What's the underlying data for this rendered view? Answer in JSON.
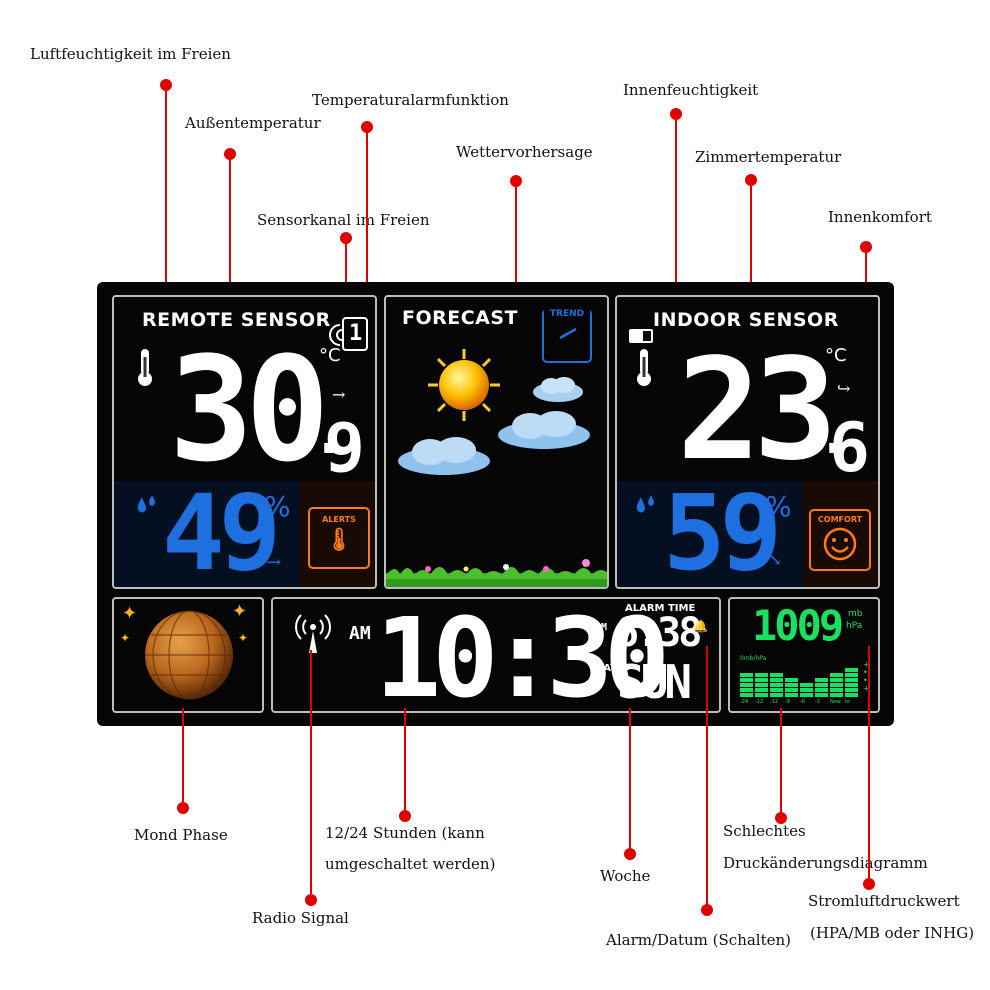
{
  "callouts": {
    "outdoor_humidity": "Luftfeuchtigkeit im Freien",
    "outdoor_temp": "Außentemperatur",
    "temp_alarm": "Temperaturalarmfunktion",
    "sensor_channel": "Sensorkanal im Freien",
    "forecast": "Wettervorhersage",
    "indoor_humidity": "Innenfeuchtigkeit",
    "room_temp": "Zimmertemperatur",
    "indoor_comfort": "Innenkomfort",
    "moon_phase": "Mond Phase",
    "clock_mode_1": "12/24 Stunden (kann",
    "clock_mode_2": "umgeschaltet werden)",
    "radio_signal": "Radio Signal",
    "weekday": "Woche",
    "alarm_date": "Alarm/Datum (Schalten)",
    "pressure_chart_1": "Schlechtes",
    "pressure_chart_2": "Druckänderungsdiagramm",
    "pressure_value_1": "Stromluftdruckwert",
    "pressure_value_2": "(HPA/MB oder INHG)"
  },
  "remote": {
    "title": "REMOTE SENSOR",
    "channel": "1",
    "temp_int": "30",
    "temp_dec": "9",
    "unit": "°C",
    "humidity": "49",
    "humidity_unit": "%",
    "alerts_label": "ALERTS"
  },
  "forecast": {
    "title": "FORECAST",
    "trend_label": "TREND"
  },
  "indoor": {
    "title": "INDOOR SENSOR",
    "temp_int": "23",
    "temp_dec": "6",
    "unit": "°C",
    "humidity": "59",
    "humidity_unit": "%",
    "comfort_label": "COMFORT"
  },
  "clock": {
    "am_label": "AM",
    "time": "10:30",
    "alarm_label": "ALARM TIME",
    "alarm_am": "AM",
    "alarm_time": "6:38",
    "day_label": "DAY",
    "day": "SUN"
  },
  "pressure": {
    "value": "1009",
    "unit_top": "mb",
    "unit_bottom": "hPa",
    "chart_label": "0mb/hPa",
    "axis": [
      "-24",
      "-12",
      "-12",
      "-9",
      "-6",
      "-3",
      "Now",
      "hr"
    ],
    "bar_levels": [
      5,
      5,
      5,
      4,
      3,
      4,
      5,
      6
    ]
  },
  "colors": {
    "callout_red": "#e00000",
    "segment_blue": "#1e6fe0",
    "segment_green": "#18e060",
    "accent_orange": "#ff7a1a"
  }
}
